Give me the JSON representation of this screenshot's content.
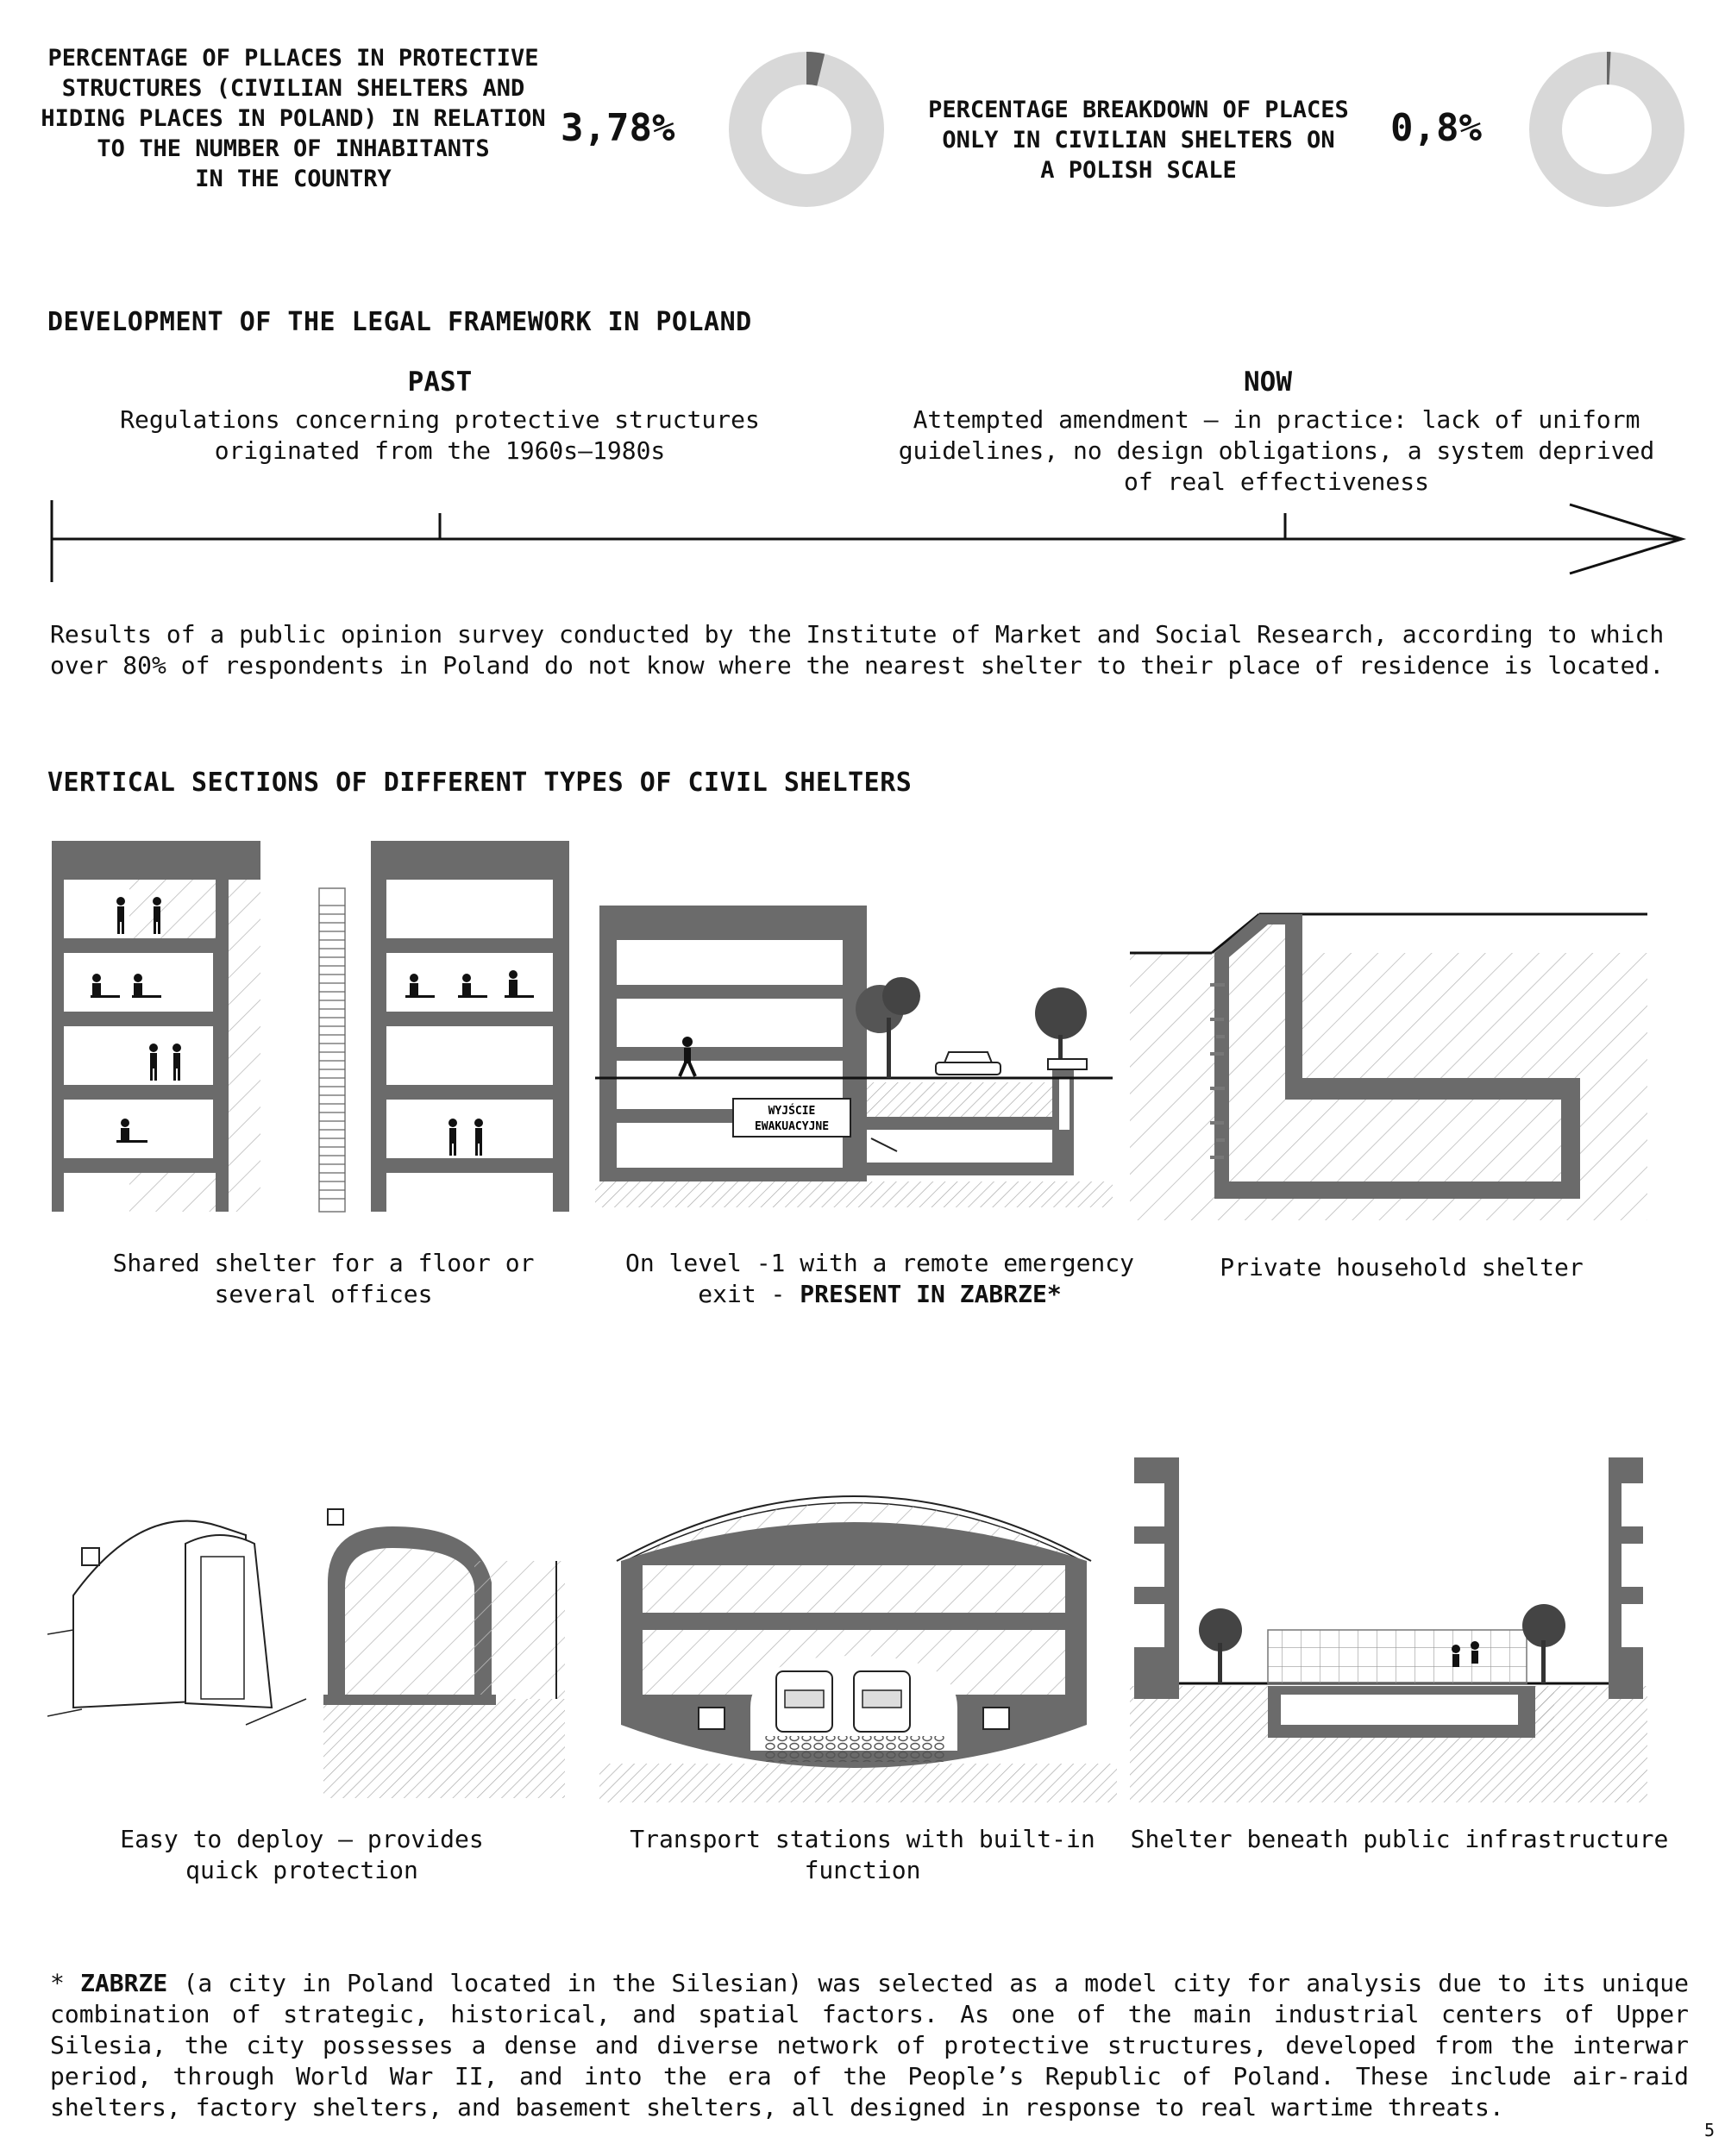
{
  "stats": [
    {
      "label": "PERCENTAGE OF PLLACES IN PROTECTIVE\nSTRUCTURES (CIVILIAN SHELTERS AND\nHIDING PLACES IN POLAND) IN RELATION\nTO THE NUMBER OF INHABITANTS\nIN THE COUNTRY",
      "value": "3,78%",
      "percent": 3.78
    },
    {
      "label": "PERCENTAGE BREAKDOWN OF PLACES\nONLY IN CIVILIAN SHELTERS ON\nA POLISH SCALE",
      "value": "0,8%",
      "percent": 0.8
    }
  ],
  "legal": {
    "title": "DEVELOPMENT OF THE LEGAL FRAMEWORK IN POLAND",
    "past_title": "PAST",
    "past_text": "Regulations concerning protective structures\noriginated from the 1960s–1980s",
    "now_title": "NOW",
    "now_text": "Attempted amendment – in practice: lack of uniform\nguidelines, no design obligations, a system deprived\nof real effectiveness"
  },
  "survey_text": "Results of a public opinion survey conducted by the Institute of Market and Social Research, according to which over 80% of respondents in Poland do not know where the nearest shelter to their place of residence is located.",
  "sections_title": "VERTICAL SECTIONS OF DIFFERENT TYPES OF CIVIL SHELTERS",
  "exit_sign": [
    "WYJŚCIE",
    "EWAKUACYJNE"
  ],
  "captions": {
    "c1": "Shared shelter for a floor or several offices",
    "c2_pre": "On level -1 with a remote emergency exit - ",
    "c2_bold": "PRESENT IN ZABRZE*",
    "c3": "Private household shelter",
    "c4": "Easy to deploy – provides quick protection",
    "c5": "Transport stations with built-in function",
    "c6": "Shelter beneath public infrastructure"
  },
  "footnote": {
    "star": "* ",
    "city": "ZABRZE",
    "text": " (a city in Poland located in the Silesian)  was selected as a model city for analysis due to its unique combination of strategic, historical, and spatial factors. As one of the main industrial centers of Upper Silesia, the city possesses a dense and diverse network of protective structures, developed from the interwar period, through World War II, and into the era of the People’s Republic of Poland. These include air-raid shelters, factory shelters, and basement shelters, all designed in response to real wartime threats."
  },
  "page_number": "5",
  "colors": {
    "wall": "#6b6b6b",
    "donut_bg": "#d8d8d8",
    "donut_fill": "#666666"
  }
}
